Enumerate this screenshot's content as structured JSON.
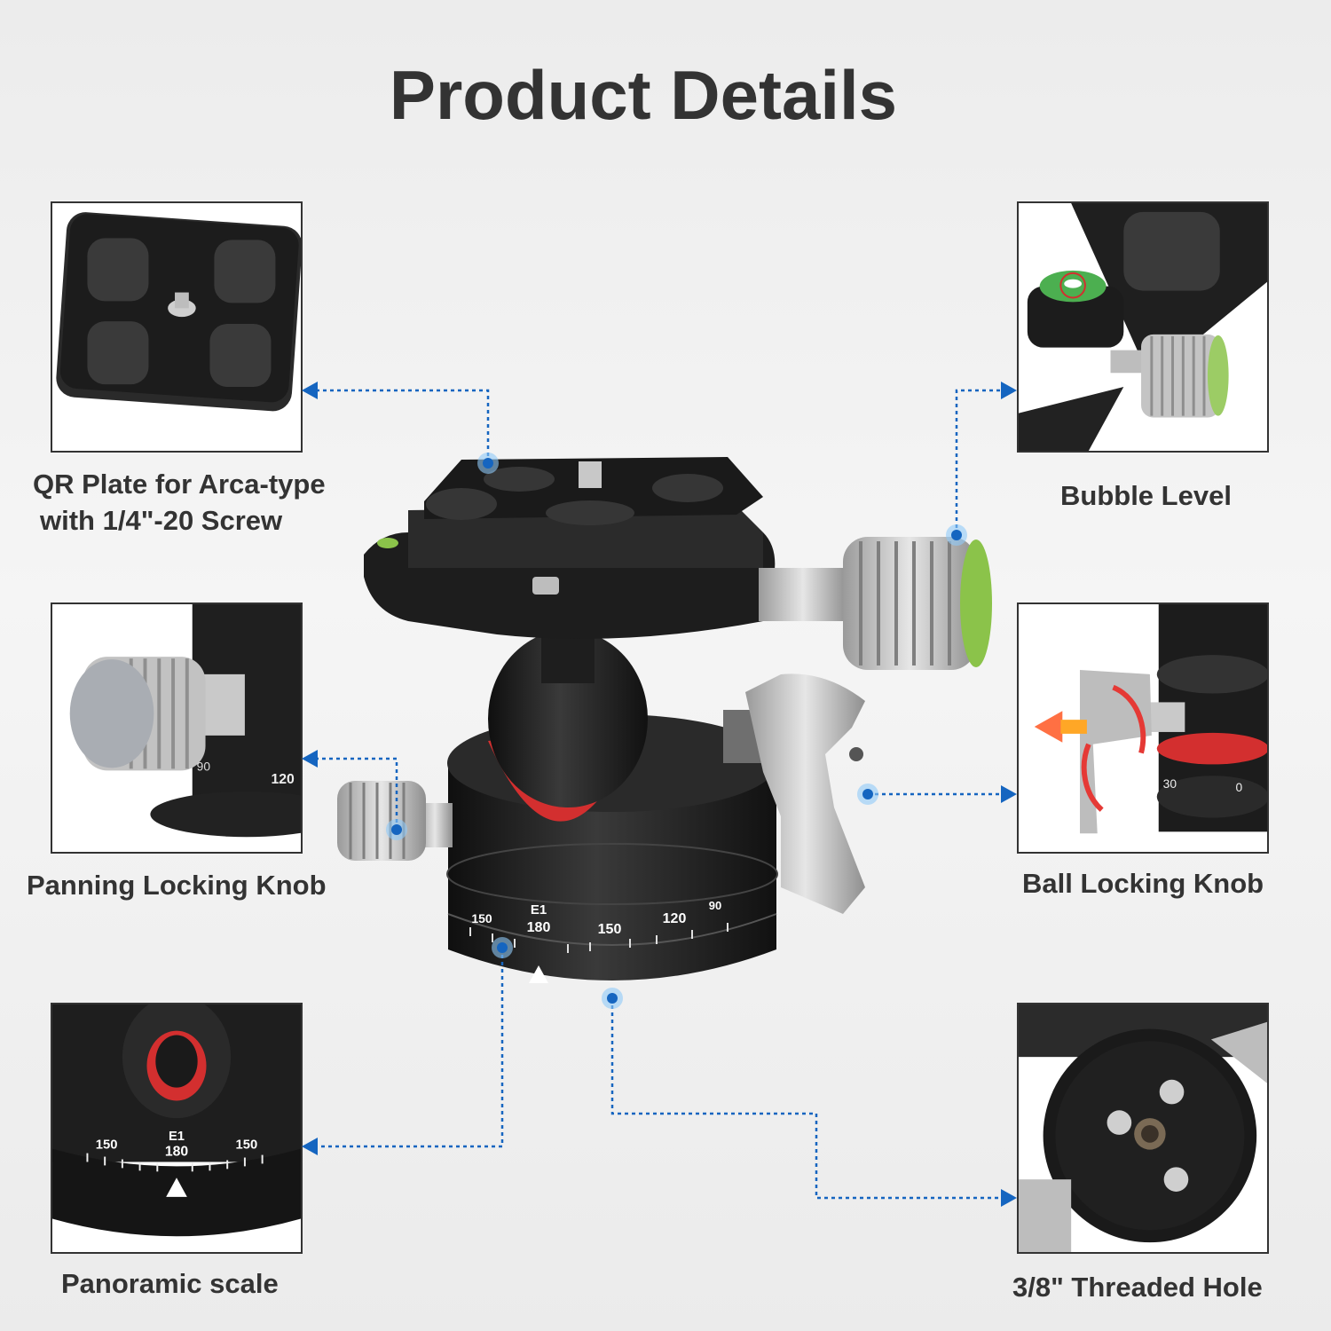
{
  "page": {
    "title": "Product Details"
  },
  "callouts": {
    "qr_plate": {
      "line1": "QR Plate for Arca-type",
      "line2": "with 1/4\"-20 Screw"
    },
    "bubble_level": {
      "label": "Bubble Level"
    },
    "panning_knob": {
      "label": "Panning Locking Knob"
    },
    "ball_knob": {
      "label": "Ball Locking Knob"
    },
    "panoramic_scale": {
      "label": "Panoramic scale"
    },
    "threaded_hole": {
      "label": "3/8\" Threaded Hole"
    }
  },
  "scale_marks": {
    "e1": "E1",
    "deg_180": "180",
    "deg_150": "150",
    "deg_120": "120",
    "deg_90": "90",
    "deg_30": "30",
    "deg_0": "0"
  },
  "colors": {
    "leader": "#1565c0",
    "accent_red": "#d32f2f",
    "body": "#1e1e1e",
    "metal": "#b8b8b8"
  },
  "icons": [
    "arrow-left-icon",
    "arrow-right-icon",
    "leader-dot-icon",
    "rotation-arrow-icon"
  ]
}
